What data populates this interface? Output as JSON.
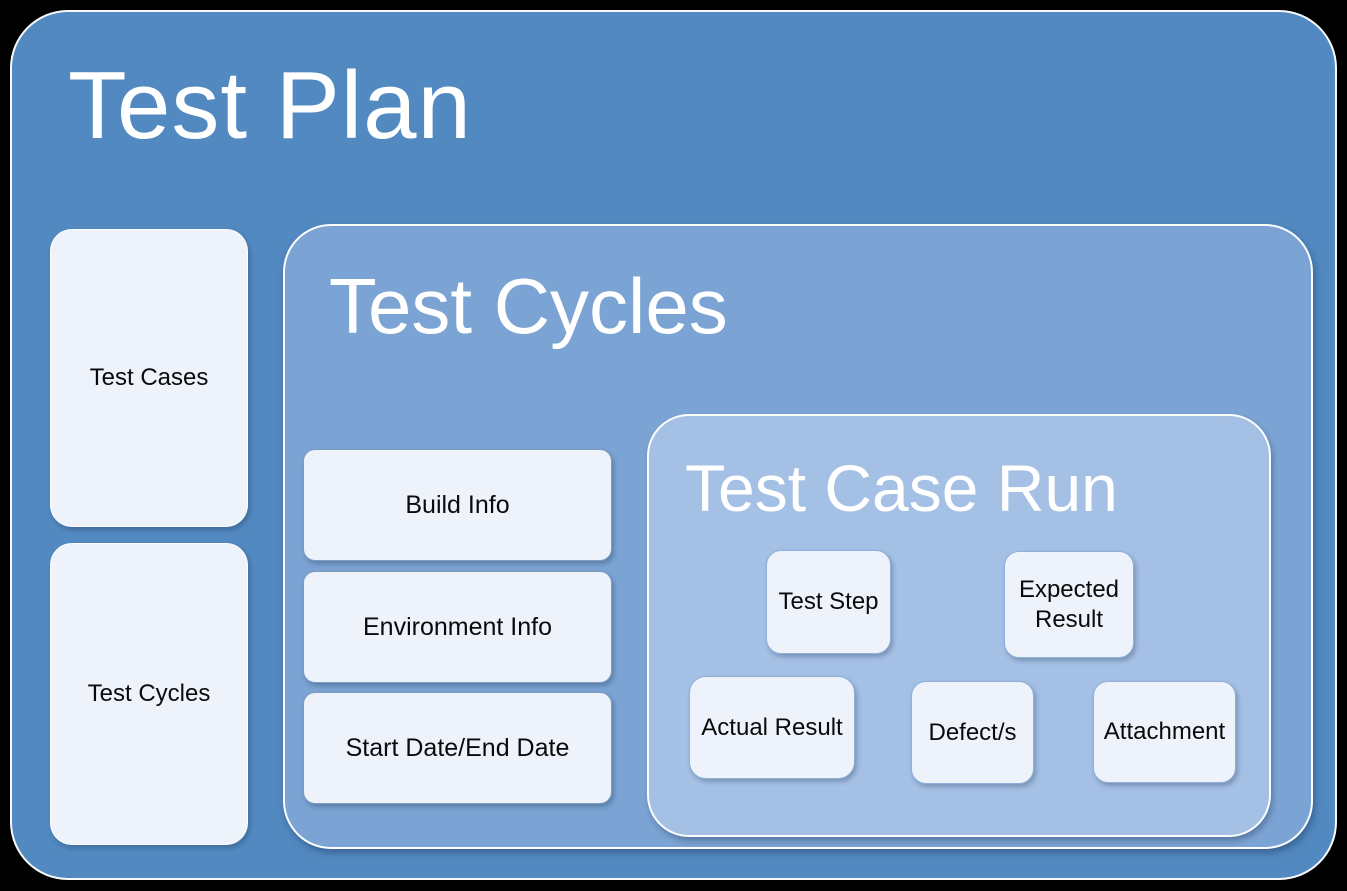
{
  "colors": {
    "canvas_background": "#000000",
    "test_plan_fill": "#5289c0",
    "test_cycles_fill": "#7ba3d3",
    "test_case_run_fill": "#a4c0e5",
    "card_fill": "#eef3fb",
    "panel_border": "#ffffff",
    "title_text": "#ffffff",
    "card_text": "#0a0a0a"
  },
  "diagram": {
    "title": "Test Plan",
    "left_column": {
      "items": [
        {
          "label": "Test Cases"
        },
        {
          "label": "Test Cycles"
        }
      ]
    },
    "test_cycles": {
      "title": "Test Cycles",
      "items": [
        {
          "label": "Build Info"
        },
        {
          "label": "Environment Info"
        },
        {
          "label": "Start Date/End Date"
        }
      ],
      "test_case_run": {
        "title": "Test Case Run",
        "row1": [
          {
            "label": "Test Step"
          },
          {
            "label": "Expected Result"
          }
        ],
        "row2": [
          {
            "label": "Actual Result"
          },
          {
            "label": "Defect/s"
          },
          {
            "label": "Attachment"
          }
        ]
      }
    }
  }
}
